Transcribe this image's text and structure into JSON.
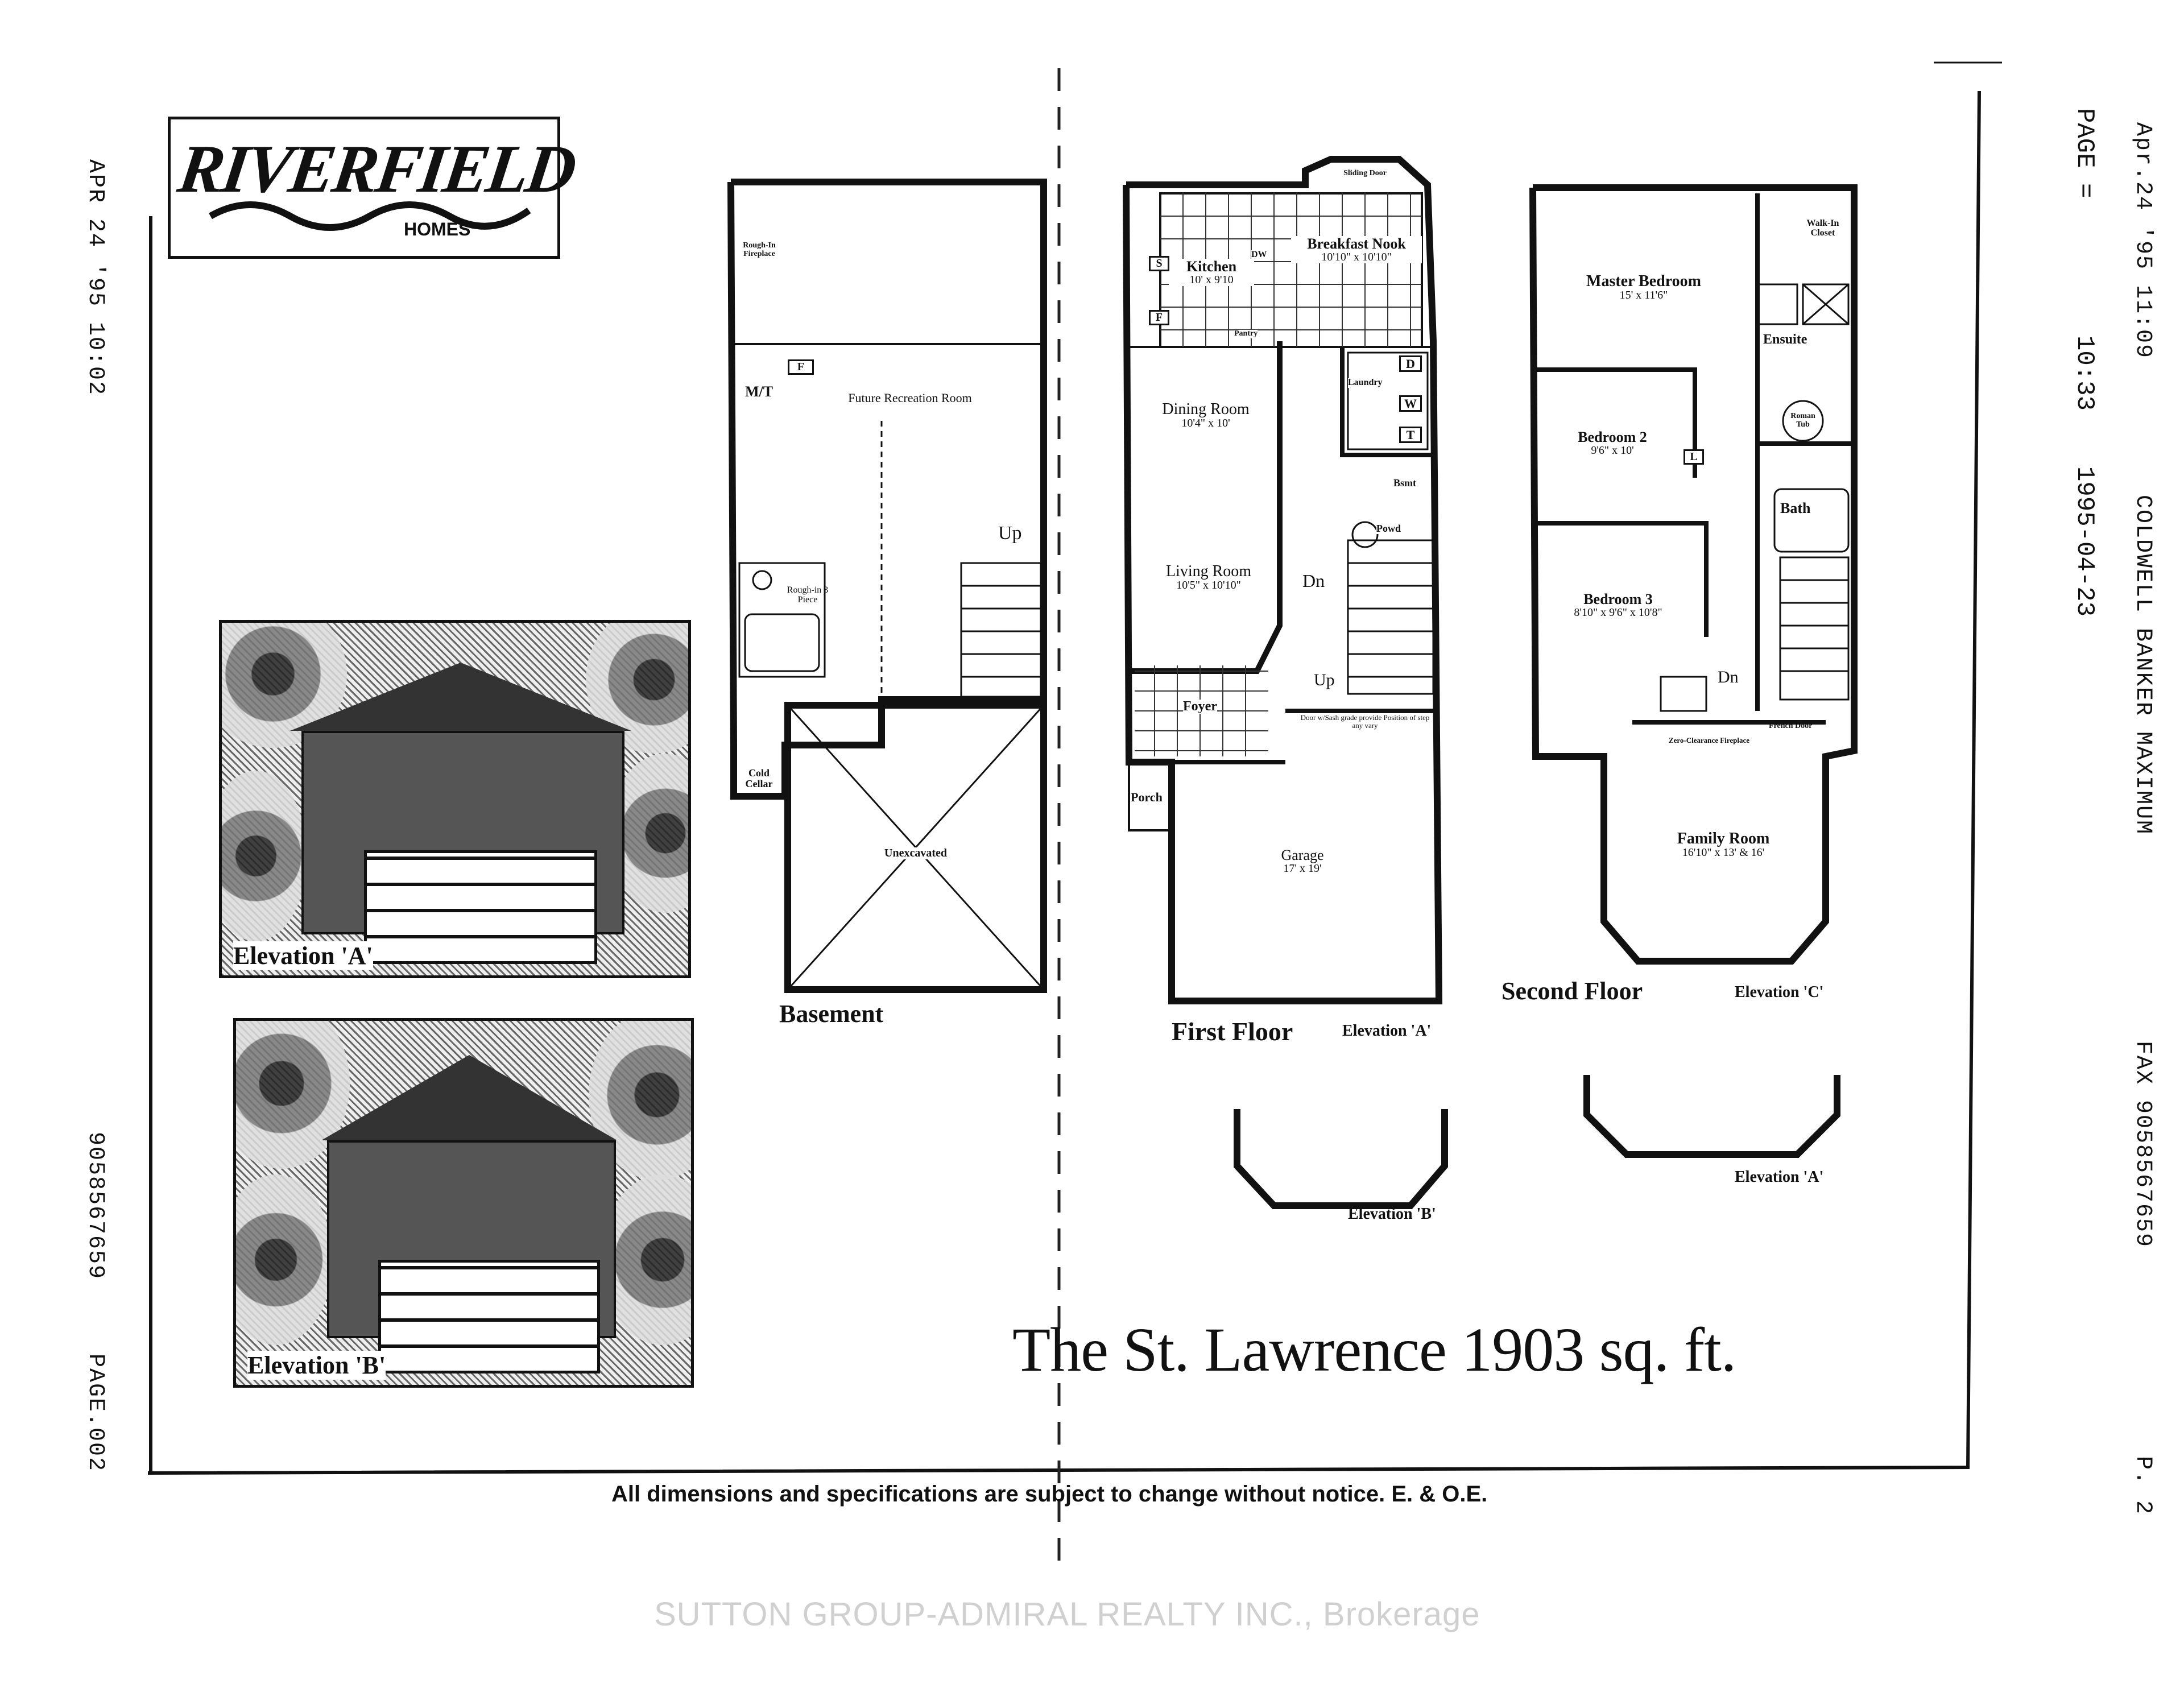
{
  "fax_header_left": {
    "timestamp": "APR 24 '95 10:02",
    "fax_number": "9058567659",
    "page": "PAGE.002"
  },
  "fax_header_right": {
    "timestamp": "Apr.24 '95 11:09",
    "sender": "COLDWELL BANKER MAXIMUM",
    "fax": "FAX 9058567659",
    "page": "P. 2",
    "date_stamp": "1995-04-23",
    "time_stamp": "10:33",
    "page_label": "PAGE ="
  },
  "builder_logo": {
    "name": "RIVERFIELD",
    "sub": "HOMES"
  },
  "elevations": [
    {
      "label": "Elevation 'A'"
    },
    {
      "label": "Elevation 'B'"
    }
  ],
  "basement": {
    "title": "Basement",
    "rooms": {
      "rough_in_fireplace": "Rough-In Fireplace",
      "future_rec": "Future Recreation Room",
      "mt": "M/T",
      "f": "F",
      "up": "Up",
      "rough_in_3piece": "Rough-in 3 Piece",
      "cold_cellar": "Cold Cellar",
      "unexcavated": "Unexcavated"
    }
  },
  "first_floor": {
    "title": "First Floor",
    "elevation_a": "Elevation 'A'",
    "elevation_b": "Elevation 'B'",
    "rooms": {
      "sliding_door": "Sliding Door",
      "breakfast_nook": "Breakfast Nook",
      "breakfast_dim": "10'10\" x 10'10\"",
      "kitchen": "Kitchen",
      "kitchen_dim": "10' x 9'10",
      "pantry": "Pantry",
      "dining": "Dining Room",
      "dining_dim": "10'4\" x 10'",
      "living": "Living Room",
      "living_dim": "10'5\" x 10'10\"",
      "laundry": "Laundry",
      "d": "D",
      "w": "W",
      "t": "T",
      "s": "S",
      "f": "F",
      "dw": "DW",
      "bsmt": "Bsmt",
      "powd": "Powd",
      "dn": "Dn",
      "up": "Up",
      "foyer": "Foyer",
      "porch": "Porch",
      "garage": "Garage",
      "garage_dim": "17' x 19'",
      "garage_note": "Door w/Sash grade provide Position of step any vary"
    }
  },
  "second_floor": {
    "title": "Second Floor",
    "elevation_c": "Elevation 'C'",
    "elevation_a": "Elevation 'A'",
    "rooms": {
      "walk_in": "Walk-In Closet",
      "master": "Master Bedroom",
      "master_dim": "15' x 11'6\"",
      "ensuite": "Ensuite",
      "roman_tub": "Roman Tub",
      "bed2": "Bedroom 2",
      "bed2_dim": "9'6\" x 10'",
      "l": "L",
      "bath": "Bath",
      "bed3": "Bedroom 3",
      "bed3_dim": "8'10\" x 9'6\" x 10'8\"",
      "dn": "Dn",
      "fireplace": "Zero-Clearance Fireplace",
      "french_door": "French Door",
      "family": "Family Room",
      "family_dim": "16'10\" x 13' & 16'"
    }
  },
  "model_title": "The St. Lawrence 1903 sq. ft.",
  "disclaimer": "All dimensions and specifications are subject to change without notice.  E. & O.E.",
  "watermark": "SUTTON GROUP-ADMIRAL REALTY INC., Brokerage"
}
